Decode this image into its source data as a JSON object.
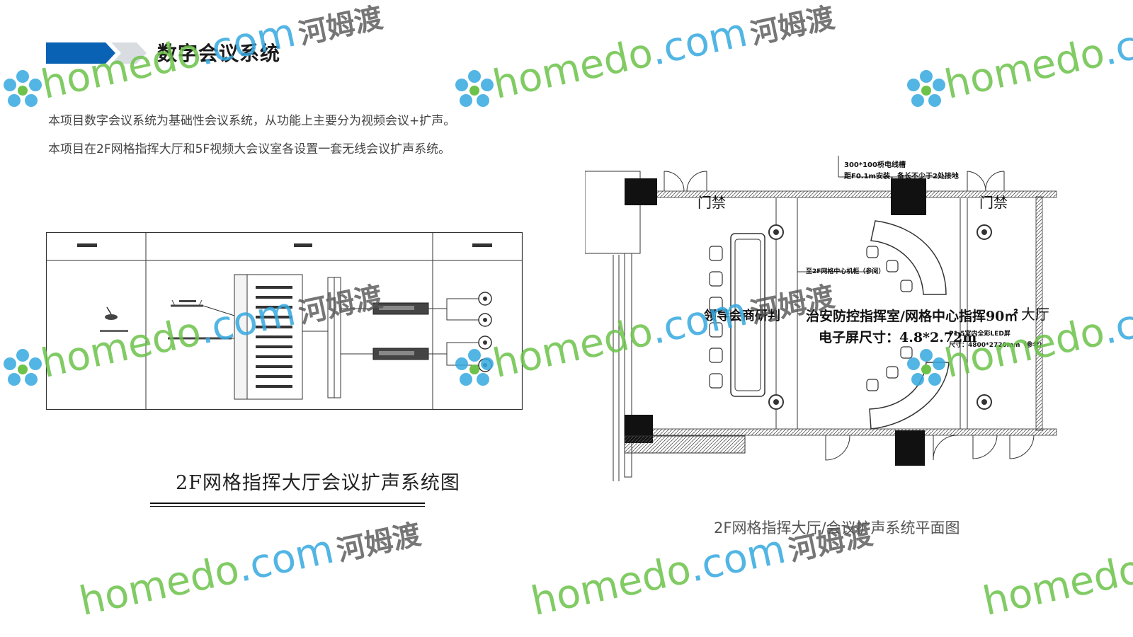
{
  "header": {
    "title": "数字会议系统",
    "bar_colors": [
      "#0a62b5",
      "#d9dde2"
    ]
  },
  "intro": {
    "line1": "本项目数字会议系统为基础性会议系统，从功能上主要分为视频会议+扩声。",
    "line2": "本项目在2F网格指挥大厅和5F视频大会议室各设置一套无线会议扩声系统。"
  },
  "system_diagram": {
    "caption": "2F网格指挥大厅会议扩声系统图"
  },
  "floor_plan": {
    "caption": "2F网格指挥大厅/会议扩声系统平面图",
    "labels": {
      "door_left": "门禁",
      "door_right": "门禁",
      "leader_room": "领导会商研判",
      "room_title": "治安防控指挥室/网格中心指挥90㎡",
      "screen_size": "电子屏尺寸：4.8*2.72m",
      "hall": "大厅",
      "cable_note_1": "300*100桥电线槽",
      "cable_note_2": "距F0.1m安装，备长不少于2处接地",
      "mixer_note": "至2F网格中心机柜（参阅）",
      "led_note": "P1.5室内全彩LED屏",
      "led_size": "尺寸：4800*2720mm（参考）"
    }
  },
  "watermark": {
    "brand": "homedo",
    "domain": ".com",
    "cn": "河姆渡",
    "colors": {
      "green": "#6cc24a",
      "blue": "#35a9e0",
      "gray": "#555555"
    }
  }
}
